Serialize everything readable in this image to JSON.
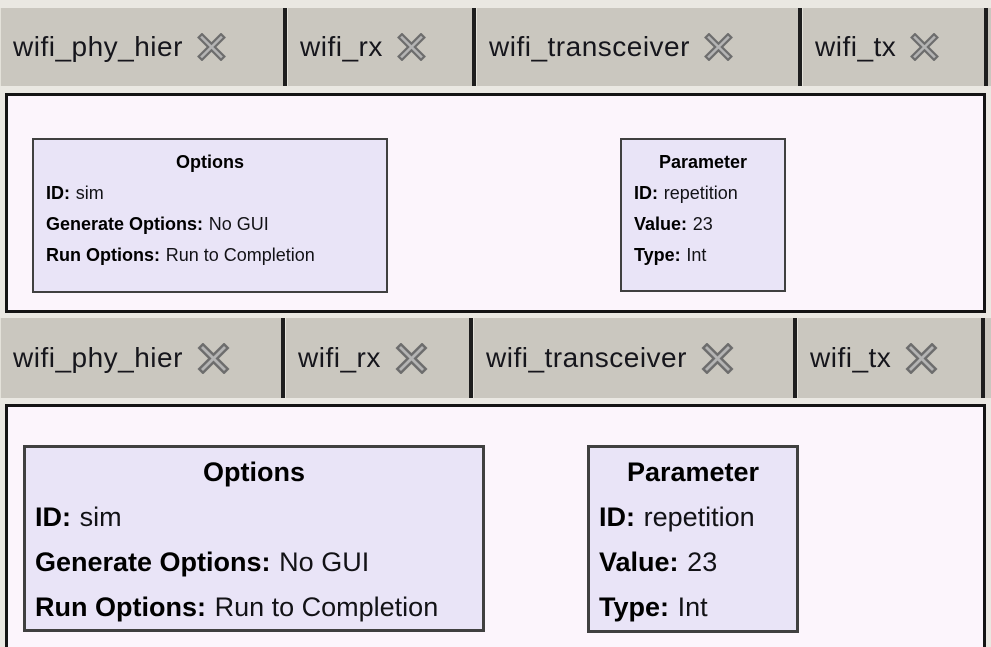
{
  "colors": {
    "tabbar_bg": "#cac7bf",
    "tab_separator": "#1e1e1e",
    "tab_text": "#16161c",
    "canvas_bg": "#fcf5fc",
    "canvas_border": "#141414",
    "block_bg": "#e9e4f7",
    "block_border": "#404040",
    "close_icon_fill": "#b4b4b4"
  },
  "icons": {
    "tab_close": "x-cross"
  },
  "panels": [
    {
      "tabs": [
        {
          "label": "wifi_phy_hier"
        },
        {
          "label": "wifi_rx"
        },
        {
          "label": "wifi_transceiver"
        },
        {
          "label": "wifi_tx"
        }
      ],
      "blocks": [
        {
          "title": "Options",
          "fields": [
            {
              "label": "ID:",
              "value": "sim"
            },
            {
              "label": "Generate Options:",
              "value": "No GUI"
            },
            {
              "label": "Run Options:",
              "value": "Run to Completion"
            }
          ]
        },
        {
          "title": "Parameter",
          "fields": [
            {
              "label": "ID:",
              "value": "repetition"
            },
            {
              "label": "Value:",
              "value": "23"
            },
            {
              "label": "Type:",
              "value": "Int"
            }
          ]
        }
      ]
    },
    {
      "tabs": [
        {
          "label": "wifi_phy_hier"
        },
        {
          "label": "wifi_rx"
        },
        {
          "label": "wifi_transceiver"
        },
        {
          "label": "wifi_tx"
        }
      ],
      "blocks": [
        {
          "title": "Options",
          "fields": [
            {
              "label": "ID:",
              "value": "sim"
            },
            {
              "label": "Generate Options:",
              "value": "No GUI"
            },
            {
              "label": "Run Options:",
              "value": "Run to Completion"
            }
          ]
        },
        {
          "title": "Parameter",
          "fields": [
            {
              "label": "ID:",
              "value": "repetition"
            },
            {
              "label": "Value:",
              "value": "23"
            },
            {
              "label": "Type:",
              "value": "Int"
            }
          ]
        }
      ]
    }
  ]
}
